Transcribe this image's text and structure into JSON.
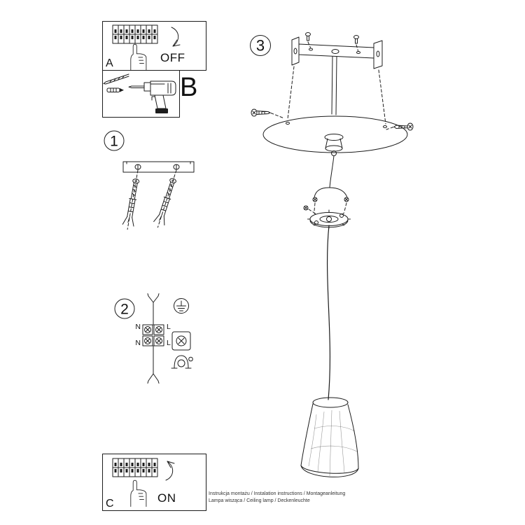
{
  "colors": {
    "ink": "#1c1c1c",
    "paper": "#ffffff"
  },
  "boxes": {
    "a": {
      "label": "A",
      "action": "OFF"
    },
    "b": {
      "label": "B"
    },
    "c": {
      "label": "C",
      "action": "ON"
    }
  },
  "steps": {
    "one": "1",
    "two": "2",
    "three": "3"
  },
  "wiring": {
    "n_top": "N",
    "l_top": "L",
    "n_bottom": "N",
    "l_bottom": "L"
  },
  "footer": {
    "line1": "Instrukcja montażu / Instalation instructions / Montageanleitung",
    "line2": "Lampa wisząca / Ceiling lamp / Deckenleuchte"
  }
}
